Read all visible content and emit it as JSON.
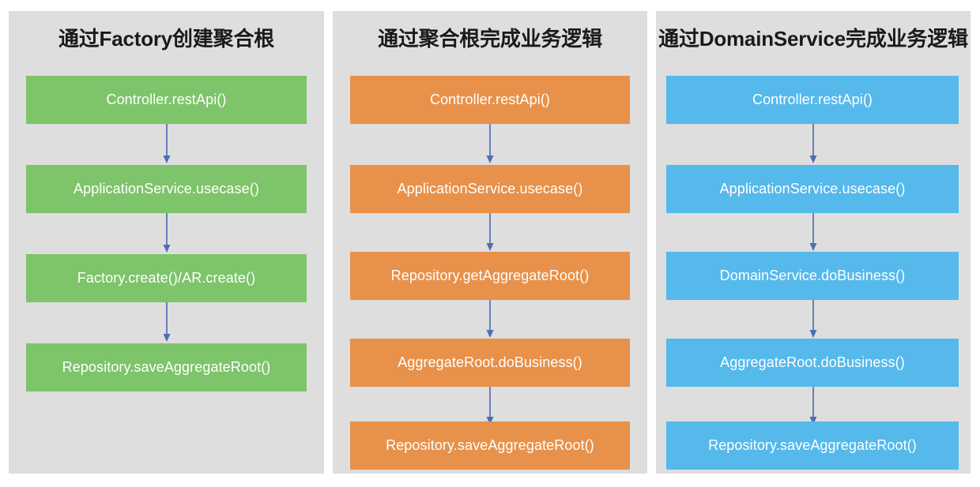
{
  "diagram": {
    "type": "flowchart-columns",
    "background_color": "#ffffff",
    "panel_background_color": "#dedede",
    "arrow_color": "#6a7fb8",
    "columns": [
      {
        "title": "通过Factory创建聚合根",
        "accent_color": "#7dc46a",
        "steps": [
          "Controller.restApi()",
          "ApplicationService.usecase()",
          "Factory.create()/AR.create()",
          "Repository.saveAggregateRoot()"
        ]
      },
      {
        "title": "通过聚合根完成业务逻辑",
        "accent_color": "#e8914a",
        "steps": [
          "Controller.restApi()",
          "ApplicationService.usecase()",
          "Repository.getAggregateRoot()",
          "AggregateRoot.doBusiness()",
          "Repository.saveAggregateRoot()"
        ]
      },
      {
        "title": "通过DomainService完成业务逻辑",
        "accent_color": "#55b9ec",
        "steps": [
          "Controller.restApi()",
          "ApplicationService.usecase()",
          "DomainService.doBusiness()",
          "AggregateRoot.doBusiness()",
          "Repository.saveAggregateRoot()"
        ]
      }
    ]
  }
}
